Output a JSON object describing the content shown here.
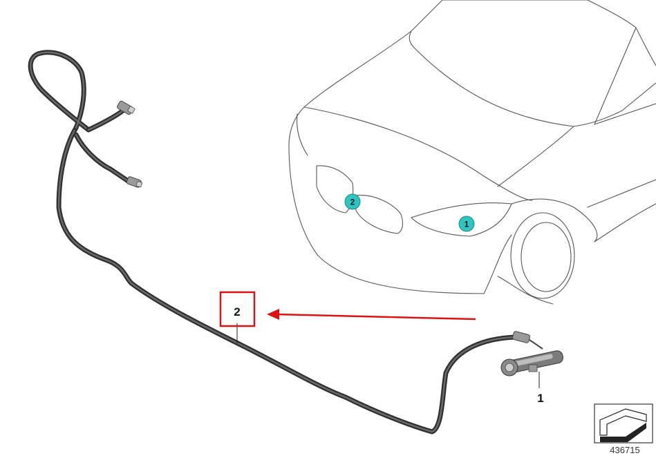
{
  "car_callouts": [
    {
      "number": "2",
      "meaning": ""
    },
    {
      "number": "1",
      "meaning": ""
    }
  ],
  "parts": {
    "hose_label": "2",
    "nozzle_label": "1"
  },
  "image_id": "436715",
  "colors": {
    "callout_fill": "#2ec4c0",
    "highlight_red": "#e01010",
    "hose_dark": "#3a3a3a",
    "line_art": "#555555"
  }
}
